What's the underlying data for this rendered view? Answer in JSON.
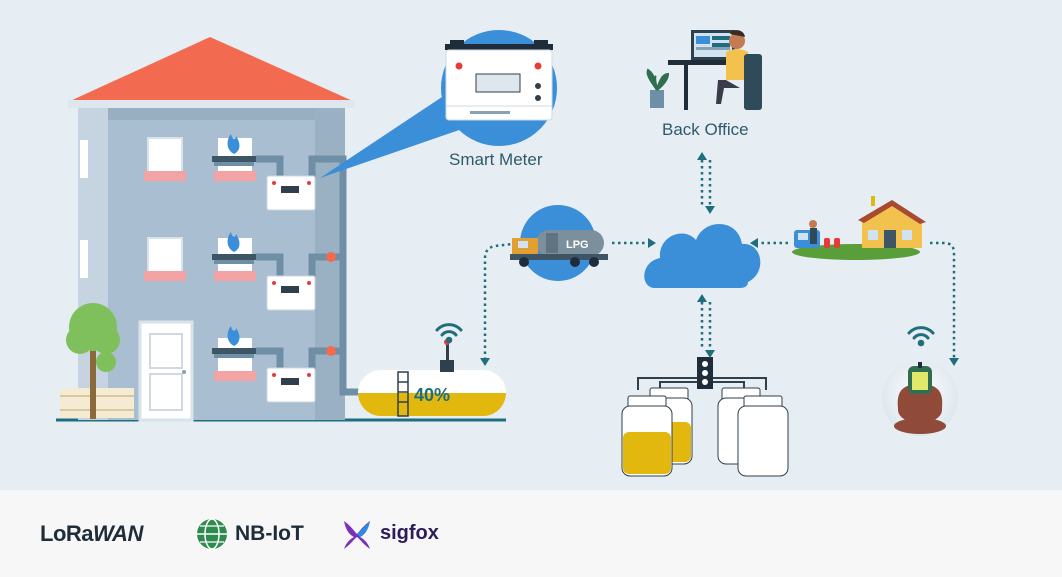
{
  "labels": {
    "smart_meter": "Smart Meter",
    "back_office": "Back Office",
    "tank_level": "40%",
    "truck_cargo": "LPG"
  },
  "footer": {
    "lorawan_main": "LoRa",
    "lorawan_suffix": "WAN",
    "nbiot": "NB-IoT",
    "sigfox": "sigfox"
  },
  "colors": {
    "background": "#e6eef4",
    "roof": "#f26a4f",
    "building": "#a9bfd1",
    "pipe": "#6f8fa6",
    "accent_blue": "#3b8fd9",
    "connector": "#1f6e7d",
    "gas_yellow": "#e2b80f",
    "footer": "#f7f7f7"
  },
  "icons": [
    "gas-flame-icon",
    "wifi-icon",
    "cloud-icon",
    "house-icon",
    "tree-icon",
    "desk-worker-icon",
    "gas-tank-icon",
    "truck-icon",
    "gas-cylinder-icon",
    "sensor-icon"
  ]
}
